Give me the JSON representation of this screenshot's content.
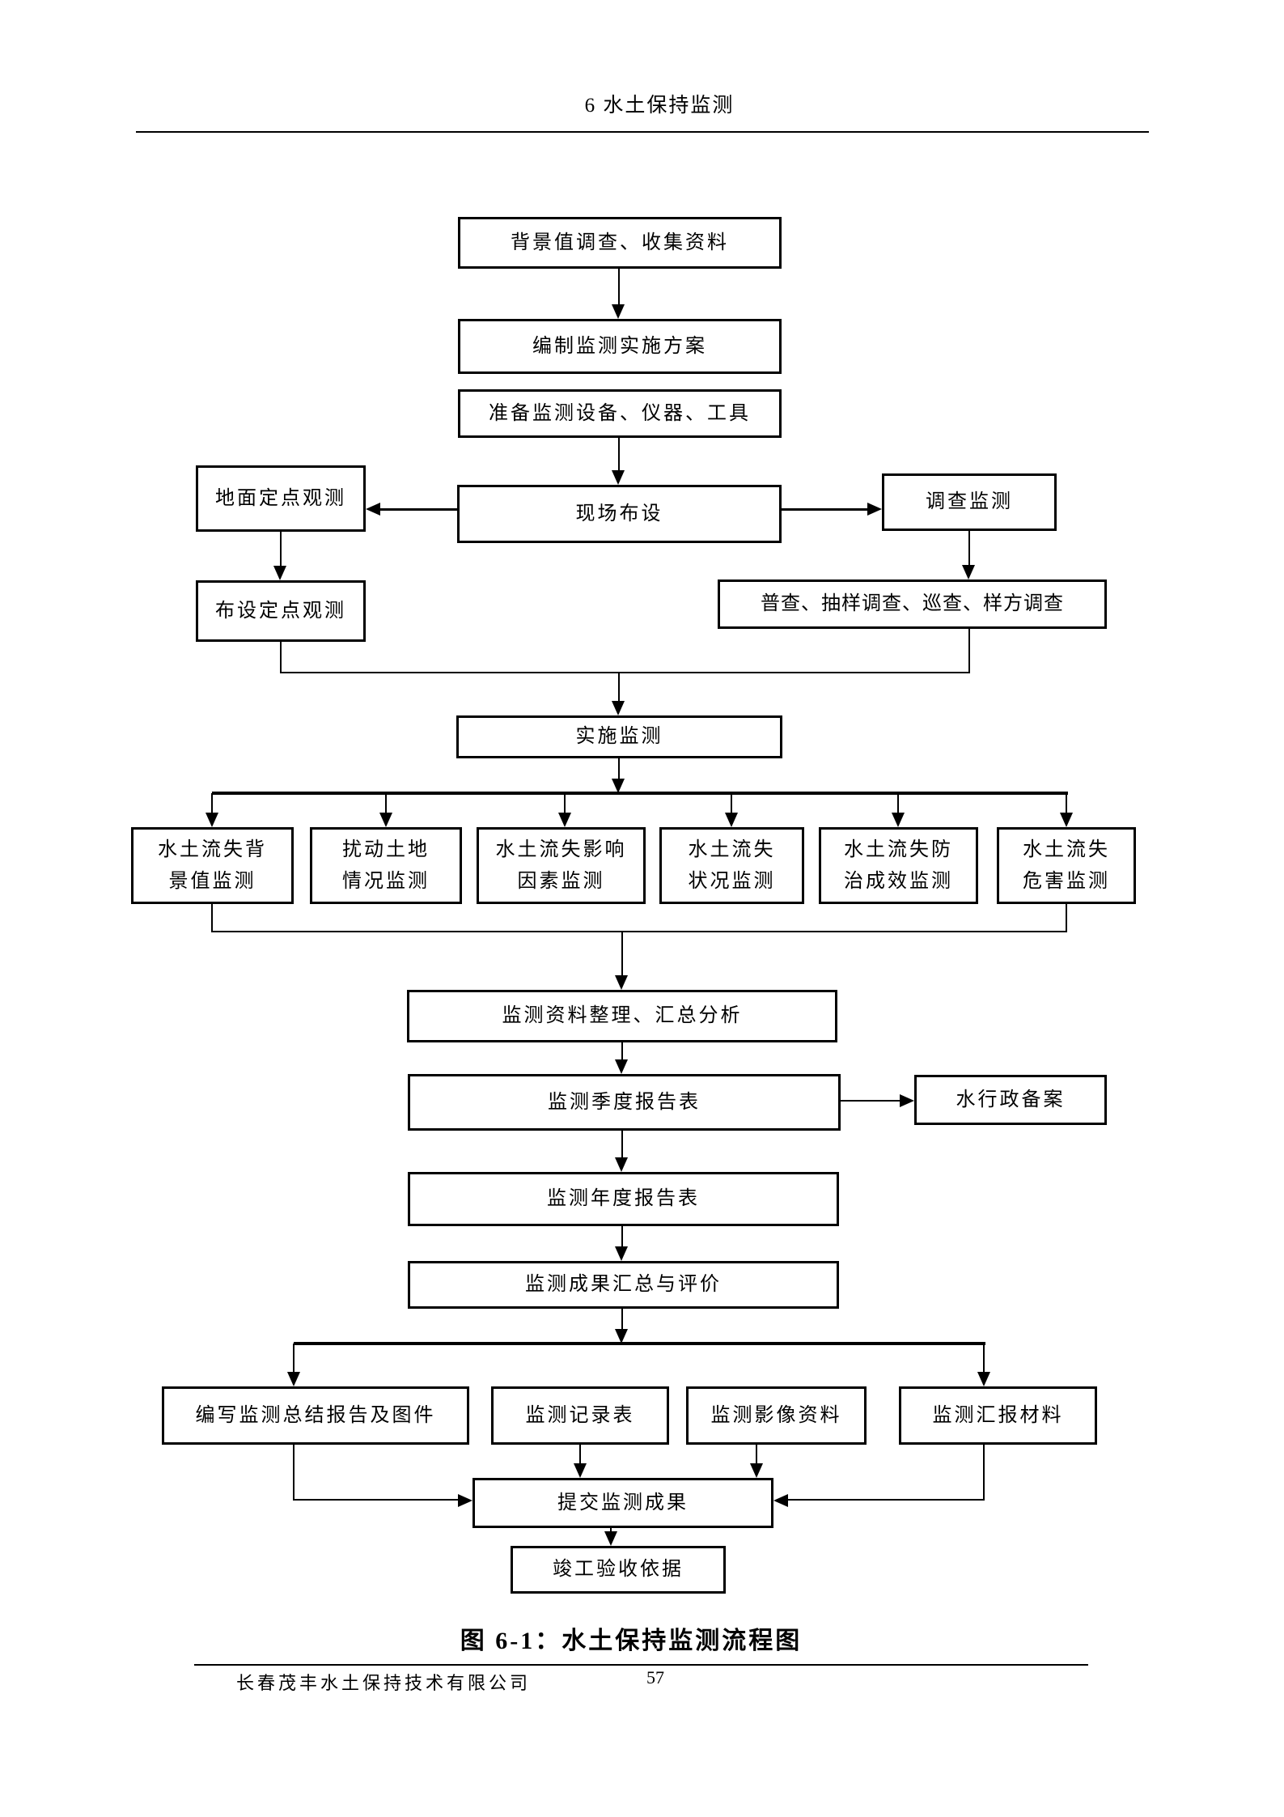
{
  "page": {
    "header_title": "6 水土保持监测",
    "caption": "图 6-1：水土保持监测流程图",
    "footer_company": "长春茂丰水土保持技术有限公司",
    "page_number": "57",
    "ink_color": "#000000",
    "background_color": "#ffffff"
  },
  "flow": {
    "background_survey": "背景值调查、收集资料",
    "compile_plan": "编制监测实施方案",
    "prepare_equipment": "准备监测设备、仪器、工具",
    "ground_observation": "地面定点观测",
    "site_layout": "现场布设",
    "survey_monitoring": "调查监测",
    "setup_points": "布设定点观测",
    "census_methods": "普查、抽样调查、巡查、样方调查",
    "implement": "实施监测",
    "branch1_line1": "水土流失背",
    "branch1_line2": "景值监测",
    "branch2_line1": "扰动土地",
    "branch2_line2": "情况监测",
    "branch3_line1": "水土流失影响",
    "branch3_line2": "因素监测",
    "branch4_line1": "水土流失",
    "branch4_line2": "状况监测",
    "branch5_line1": "水土流失防",
    "branch5_line2": "治成效监测",
    "branch6_line1": "水土流失",
    "branch6_line2": "危害监测",
    "data_sorting": "监测资料整理、汇总分析",
    "quarterly_report": "监测季度报告表",
    "water_admin_filing": "水行政备案",
    "annual_report": "监测年度报告表",
    "results_evaluation": "监测成果汇总与评价",
    "final_report": "编写监测总结报告及图件",
    "record_sheet": "监测记录表",
    "image_data": "监测影像资料",
    "briefing_material": "监测汇报材料",
    "submit_results": "提交监测成果",
    "acceptance_basis": "竣工验收依据"
  }
}
